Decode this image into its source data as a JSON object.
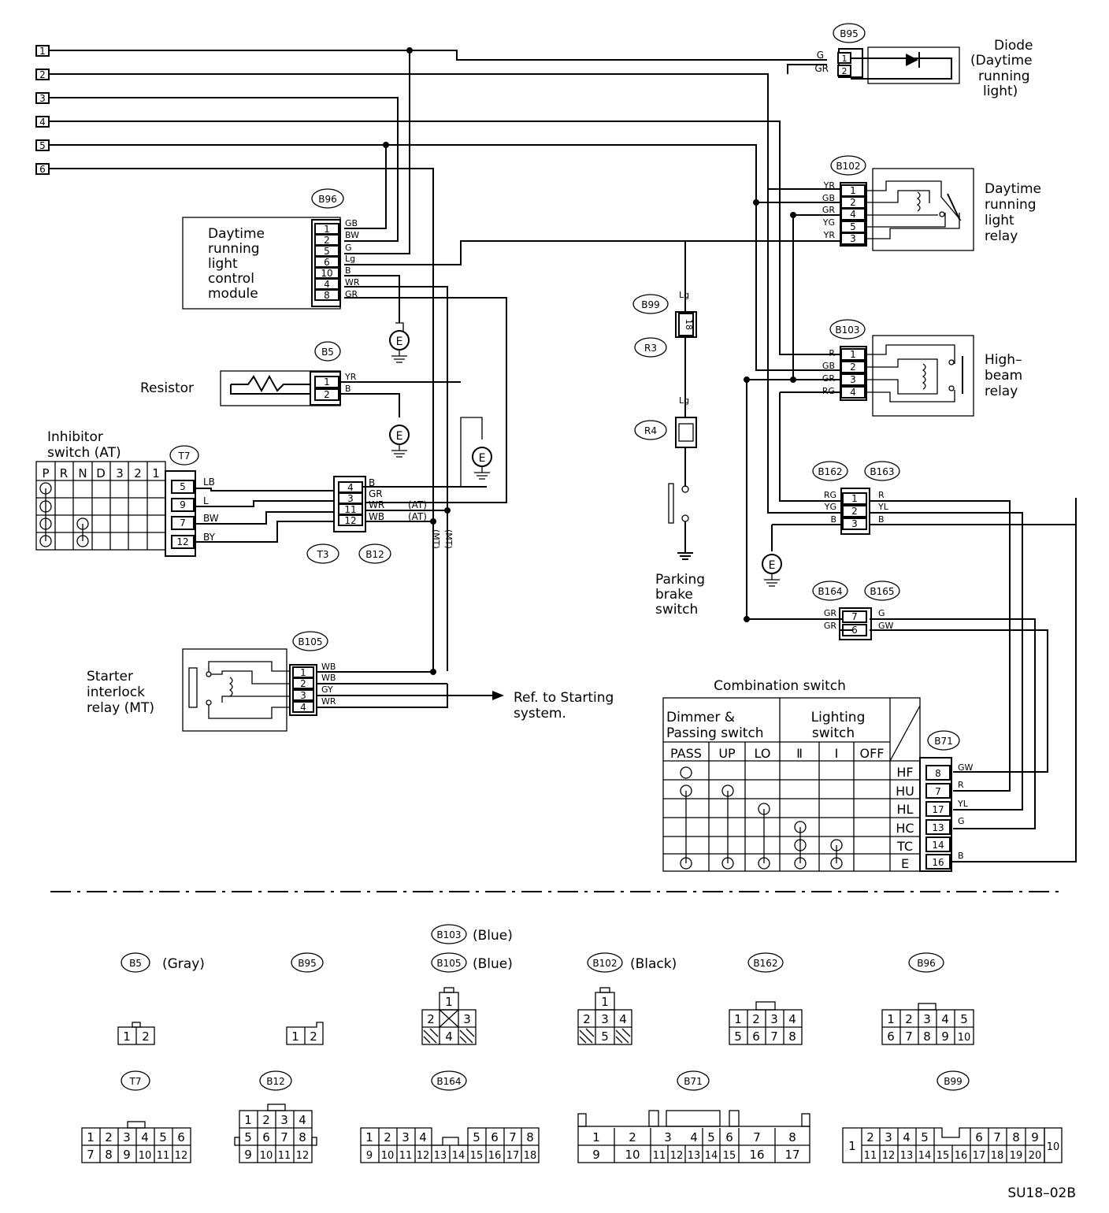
{
  "terminals": [
    "1",
    "2",
    "3",
    "4",
    "5",
    "6"
  ],
  "diode": {
    "id": "B95",
    "label": [
      "Diode",
      "(Daytime",
      "running",
      "light)"
    ],
    "wires": [
      "G",
      "GR"
    ],
    "pins": [
      "1",
      "2"
    ]
  },
  "drl_relay": {
    "id": "B102",
    "label": [
      "Daytime",
      "running",
      "light",
      "relay"
    ],
    "wires": [
      "YR",
      "GB",
      "GR",
      "YG",
      "YR"
    ],
    "pins": [
      "1",
      "2",
      "4",
      "5",
      "3"
    ]
  },
  "hb_relay": {
    "id": "B103",
    "label": [
      "High–",
      "beam",
      "relay"
    ],
    "wires": [
      "R",
      "GB",
      "GR",
      "RG"
    ],
    "pins": [
      "1",
      "2",
      "3",
      "4"
    ]
  },
  "module": {
    "id": "B96",
    "label": [
      "Daytime",
      "running",
      "light",
      "control",
      "module"
    ],
    "pins": [
      "1",
      "2",
      "5",
      "6",
      "10",
      "4",
      "8"
    ],
    "wires": [
      "GB",
      "BW",
      "G",
      "Lg",
      "B",
      "WR",
      "GR"
    ]
  },
  "resistor": {
    "id": "B5",
    "label": "Resistor",
    "pins": [
      "1",
      "2"
    ],
    "wires": [
      "YR",
      "B"
    ]
  },
  "inhibitor": {
    "id": "T7",
    "label": [
      "Inhibitor",
      "switch (AT)"
    ],
    "positions": [
      "P",
      "R",
      "N",
      "D",
      "3",
      "2",
      "1"
    ],
    "pins": [
      "5",
      "9",
      "7",
      "12"
    ],
    "wires": [
      "LB",
      "L",
      "BW",
      "BY"
    ]
  },
  "t3b12": {
    "ids": [
      "T3",
      "B12"
    ],
    "pins": [
      "4",
      "3",
      "11",
      "12"
    ],
    "wires": [
      "B",
      "GR",
      "WR",
      "WB"
    ],
    "notes": [
      "(AT)",
      "(AT)"
    ],
    "mt": [
      "(MT)",
      "(MT)"
    ]
  },
  "parking": {
    "ids": [
      "B99",
      "R3",
      "R4"
    ],
    "pin": "18",
    "wire": "Lg",
    "label": [
      "Parking",
      "brake",
      "switch"
    ]
  },
  "starter": {
    "id": "B105",
    "label": [
      "Starter",
      "interlock",
      "relay (MT)"
    ],
    "pins": [
      "1",
      "2",
      "3",
      "4"
    ],
    "wires": [
      "WB",
      "WB",
      "GY",
      "WR"
    ],
    "ref": [
      "Ref. to Starting",
      "system."
    ]
  },
  "b162": {
    "ids": [
      "B162",
      "B163"
    ],
    "pins": [
      "1",
      "2",
      "3"
    ],
    "left_wires": [
      "RG",
      "YG",
      "B"
    ],
    "right_wires": [
      "R",
      "YL",
      "B"
    ]
  },
  "b164": {
    "ids": [
      "B164",
      "B165"
    ],
    "pins": [
      "7",
      "6"
    ],
    "left_wires": [
      "GR",
      "GR"
    ],
    "right_wires": [
      "G",
      "GW"
    ]
  },
  "combo": {
    "title": "Combination switch",
    "group1": [
      "Dimmer &",
      "Passing switch"
    ],
    "group2": [
      "Lighting",
      "switch"
    ],
    "cols": [
      "PASS",
      "UP",
      "LO",
      "Ⅱ",
      "Ⅰ",
      "OFF"
    ],
    "rows": [
      "HF",
      "HU",
      "HL",
      "HC",
      "TC",
      "E"
    ],
    "id": "B71",
    "pins": [
      "8",
      "7",
      "17",
      "13",
      "14",
      "16"
    ],
    "wires": [
      "GW",
      "R",
      "YL",
      "G",
      "",
      "B"
    ]
  },
  "ground": "E",
  "connectors": {
    "B5": {
      "id": "B5",
      "color": "(Gray)",
      "cells": [
        "1",
        "2"
      ]
    },
    "B95": {
      "id": "B95",
      "cells": [
        "1",
        "2"
      ]
    },
    "B103": {
      "id": "B103",
      "color": "(Blue)"
    },
    "B105": {
      "id": "B105",
      "color": "(Blue)",
      "cells": [
        "1",
        "2",
        "3",
        "4"
      ]
    },
    "B102": {
      "id": "B102",
      "color": "(Black)",
      "cells": [
        "1",
        "2",
        "3",
        "4",
        "5"
      ]
    },
    "B162": {
      "id": "B162",
      "top": [
        "1",
        "2",
        "3",
        "4"
      ],
      "bottom": [
        "5",
        "6",
        "7",
        "8"
      ]
    },
    "B96": {
      "id": "B96",
      "top": [
        "1",
        "2",
        "3",
        "4",
        "5"
      ],
      "bottom": [
        "6",
        "7",
        "8",
        "9",
        "10"
      ]
    },
    "T7": {
      "id": "T7",
      "top": [
        "1",
        "2",
        "3",
        "4",
        "5",
        "6"
      ],
      "bottom": [
        "7",
        "8",
        "9",
        "10",
        "11",
        "12"
      ]
    },
    "B12": {
      "id": "B12",
      "top": [
        "1",
        "2",
        "3",
        "4"
      ],
      "bottom": [
        "5",
        "6",
        "7",
        "8"
      ],
      "bottom2": [
        "9",
        "10",
        "11",
        "12"
      ]
    },
    "B164": {
      "id": "B164",
      "left_top": [
        "1",
        "2",
        "3",
        "4"
      ],
      "left_bottom": [
        "9",
        "10",
        "11",
        "12",
        "13",
        "14"
      ],
      "right_top": [
        "5",
        "6",
        "7",
        "8"
      ],
      "right_bottom": [
        "15",
        "16",
        "17",
        "18"
      ]
    },
    "B71": {
      "id": "B71",
      "top": [
        "1",
        "2",
        "3",
        "4",
        "5",
        "6",
        "7",
        "8"
      ],
      "bottom": [
        "9",
        "10",
        "11",
        "12",
        "13",
        "14",
        "15",
        "16",
        "17"
      ]
    },
    "B99": {
      "id": "B99",
      "first": "1",
      "top": [
        "2",
        "3",
        "4",
        "5",
        "6",
        "7",
        "8",
        "9"
      ],
      "bottom": [
        "11",
        "12",
        "13",
        "14",
        "15",
        "16",
        "17",
        "18",
        "19",
        "20"
      ],
      "last": "10"
    }
  },
  "figure_code": "SU18–02B"
}
